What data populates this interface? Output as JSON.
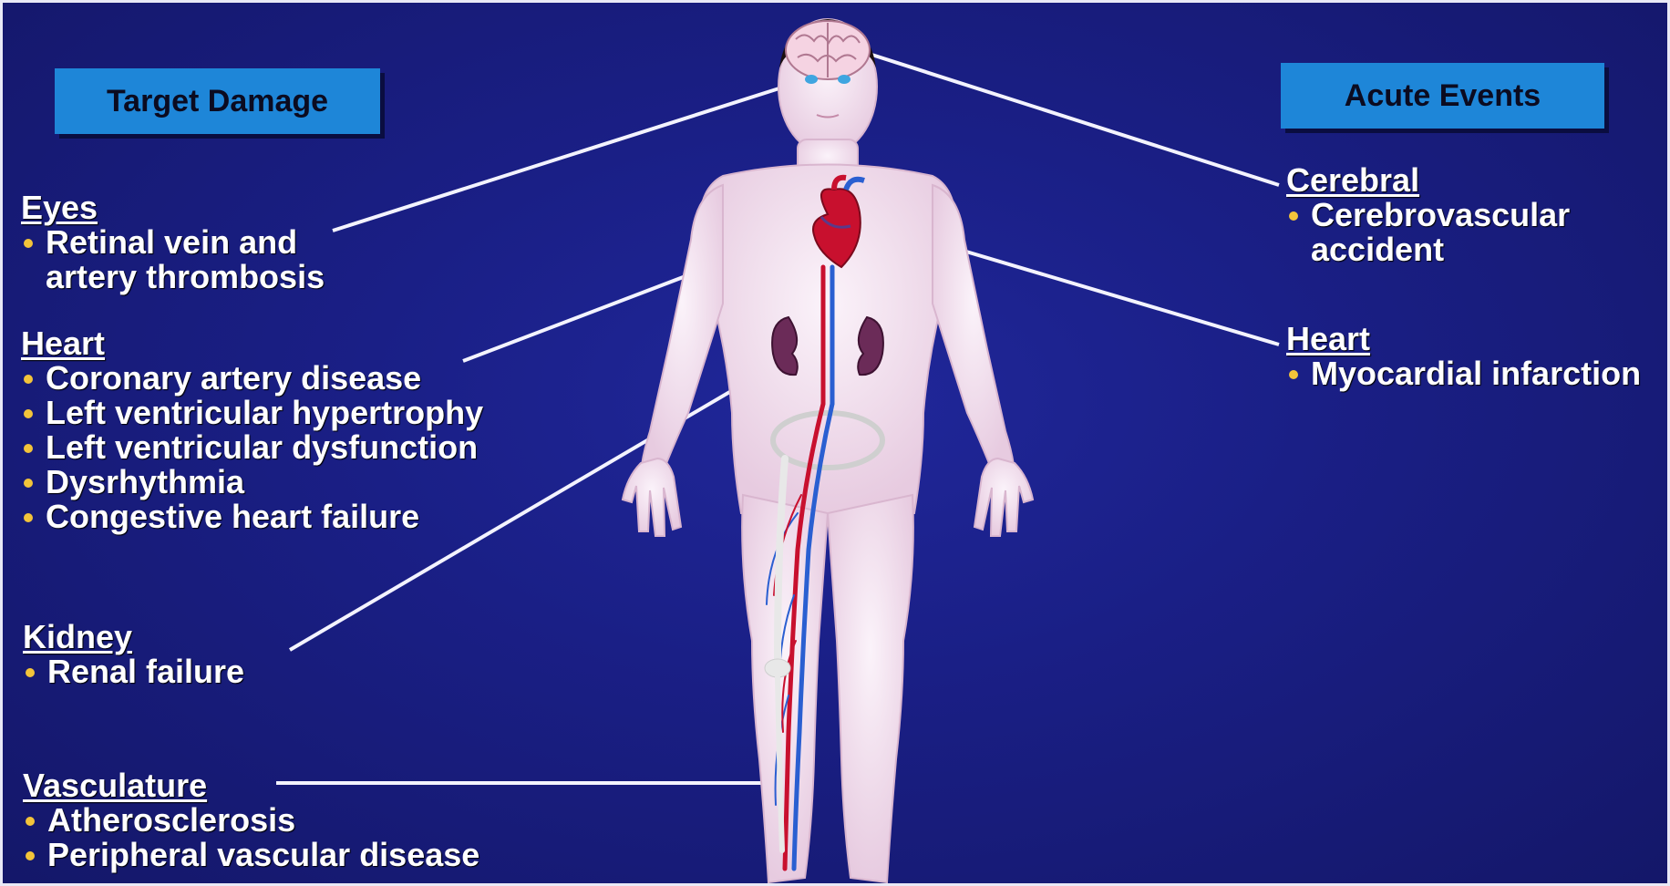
{
  "left_panel": {
    "header": "Target Damage",
    "groups": [
      {
        "heading": "Eyes",
        "items": [
          [
            "Retinal vein and",
            "artery thrombosis"
          ]
        ]
      },
      {
        "heading": "Heart",
        "items": [
          [
            "Coronary artery disease"
          ],
          [
            "Left ventricular hypertrophy"
          ],
          [
            "Left ventricular dysfunction"
          ],
          [
            "Dysrhythmia"
          ],
          [
            "Congestive heart failure"
          ]
        ]
      },
      {
        "heading": "Kidney",
        "items": [
          [
            "Renal failure"
          ]
        ]
      },
      {
        "heading": "Vasculature",
        "items": [
          [
            "Atherosclerosis"
          ],
          [
            "Peripheral vascular disease"
          ]
        ]
      }
    ]
  },
  "right_panel": {
    "header": "Acute Events",
    "groups": [
      {
        "heading": "Cerebral",
        "items": [
          [
            "Cerebrovascular",
            "accident"
          ]
        ]
      },
      {
        "heading": "Heart",
        "items": [
          [
            "Myocardial infarction"
          ]
        ]
      }
    ]
  },
  "colors": {
    "background": "#1a1f86",
    "header_box": "#1e86d8",
    "bullet": "#f3c43a",
    "body": "#f1e6f2",
    "artery": "#c8102e",
    "vein": "#2a5fd1"
  }
}
